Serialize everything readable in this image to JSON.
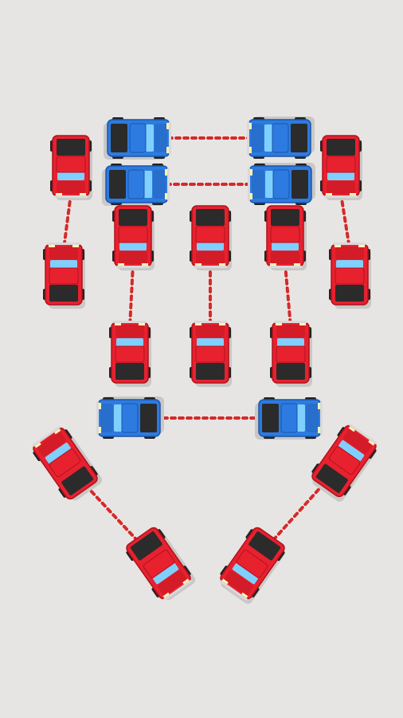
{
  "colors": {
    "background": "#e6e5e3",
    "red_body": "#e8212f",
    "red_dark": "#b0121d",
    "blue_body": "#2d7be0",
    "blue_dark": "#1c55a8",
    "cab": "#2b2b2b",
    "glass": "#7fd0ff",
    "rope_red": "#d42a2a",
    "rope_white": "#ffffff",
    "shadow": "#c9c8c6"
  },
  "cars": [
    {
      "id": "red-1",
      "color": "red",
      "facing": "down"
    },
    {
      "id": "blue-1",
      "color": "blue",
      "facing": "right"
    },
    {
      "id": "blue-2",
      "color": "blue",
      "facing": "left"
    },
    {
      "id": "red-2",
      "color": "red",
      "facing": "down"
    },
    {
      "id": "blue-3",
      "color": "blue",
      "facing": "right"
    },
    {
      "id": "blue-4",
      "color": "blue",
      "facing": "left"
    },
    {
      "id": "red-3",
      "color": "red",
      "facing": "up"
    },
    {
      "id": "red-4",
      "color": "red",
      "facing": "down"
    },
    {
      "id": "red-5",
      "color": "red",
      "facing": "down"
    },
    {
      "id": "red-6",
      "color": "red",
      "facing": "down"
    },
    {
      "id": "red-7",
      "color": "red",
      "facing": "up"
    },
    {
      "id": "red-8",
      "color": "red",
      "facing": "up"
    },
    {
      "id": "red-9",
      "color": "red",
      "facing": "up"
    },
    {
      "id": "red-10",
      "color": "red",
      "facing": "up"
    },
    {
      "id": "blue-5",
      "color": "blue",
      "facing": "left"
    },
    {
      "id": "blue-6",
      "color": "blue",
      "facing": "right"
    },
    {
      "id": "red-11",
      "color": "red",
      "facing": "up-left"
    },
    {
      "id": "red-12",
      "color": "red",
      "facing": "down-right"
    },
    {
      "id": "red-13",
      "color": "red",
      "facing": "up-right"
    },
    {
      "id": "red-14",
      "color": "red",
      "facing": "down-left"
    }
  ],
  "ropes": [
    {
      "from": "blue-1",
      "to": "blue-2"
    },
    {
      "from": "blue-3",
      "to": "blue-4"
    },
    {
      "from": "red-1",
      "to": "red-3"
    },
    {
      "from": "red-2",
      "to": "red-7"
    },
    {
      "from": "red-4",
      "to": "red-8"
    },
    {
      "from": "red-5",
      "to": "red-9"
    },
    {
      "from": "red-6",
      "to": "red-10"
    },
    {
      "from": "blue-5",
      "to": "blue-6"
    },
    {
      "from": "red-11",
      "to": "red-12"
    },
    {
      "from": "red-13",
      "to": "red-14"
    }
  ]
}
